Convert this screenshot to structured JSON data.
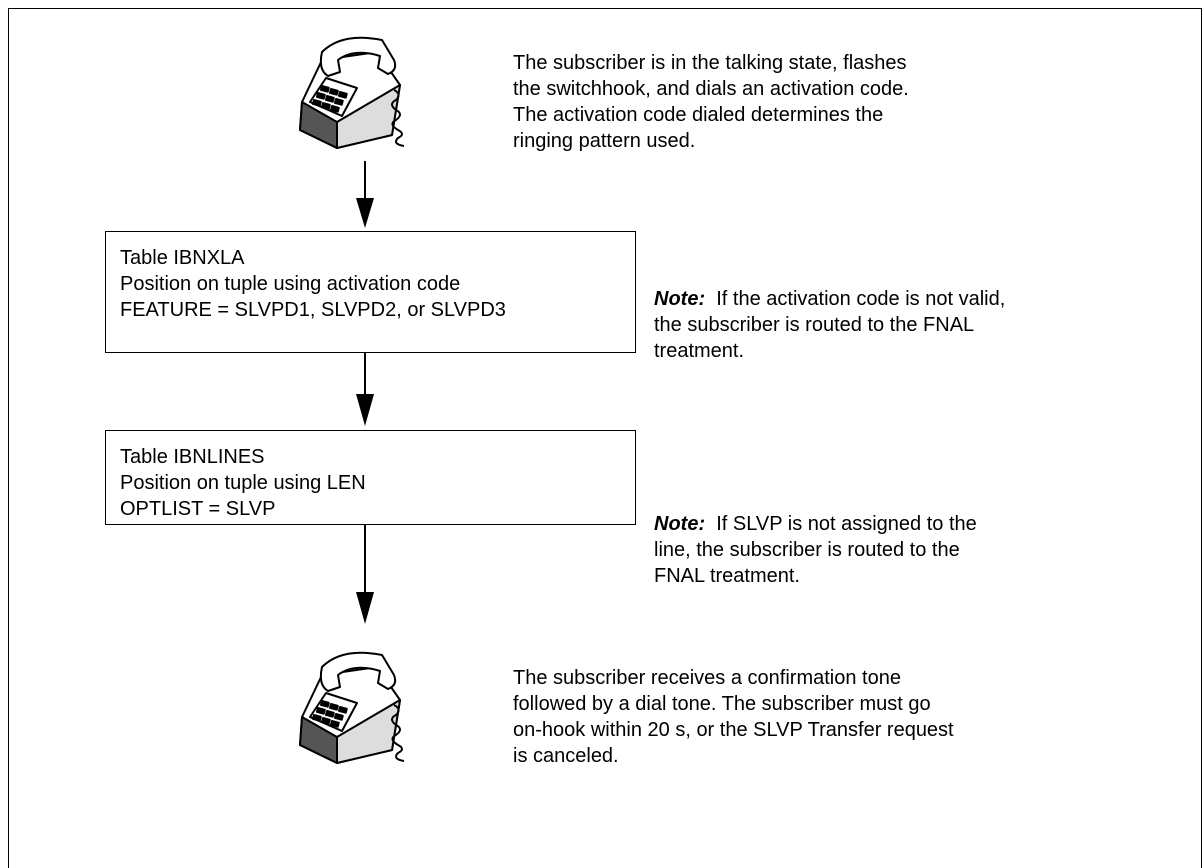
{
  "step1": {
    "icon": "telephone-icon",
    "lines": [
      "The subscriber is in the talking state, flashes",
      "the switchhook, and dials an activation code.",
      "The activation code dialed determines the",
      "ringing pattern used."
    ]
  },
  "box1": {
    "lines": [
      "Table IBNXLA",
      "Position on tuple using activation code",
      "FEATURE = SLVPD1, SLVPD2, or SLVPD3"
    ]
  },
  "note1": {
    "label": "Note:",
    "first_line": "If the activation code is not valid,",
    "lines": [
      "the subscriber is routed to the FNAL",
      "treatment."
    ]
  },
  "box2": {
    "lines": [
      "Table IBNLINES",
      "Position on tuple using LEN",
      "OPTLIST = SLVP"
    ]
  },
  "note2": {
    "label": "Note:",
    "first_line": "If SLVP is not assigned to the",
    "lines": [
      "line, the subscriber is routed to the",
      "FNAL treatment."
    ]
  },
  "step2": {
    "icon": "telephone-icon",
    "lines": [
      "The subscriber receives a confirmation tone",
      "followed by a dial tone.  The subscriber must go",
      "on-hook within 20 s, or the SLVP Transfer request",
      "is canceled."
    ]
  }
}
